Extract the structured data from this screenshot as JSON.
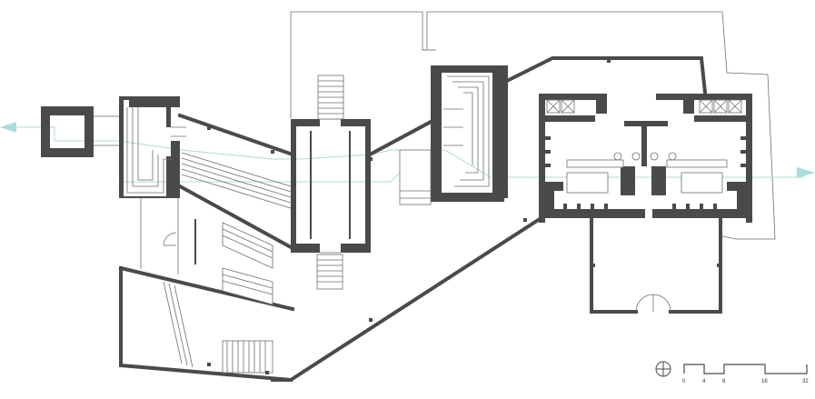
{
  "scale_bar": {
    "ticks": [
      "0",
      "4",
      "8",
      "16",
      "32"
    ]
  },
  "colors": {
    "wall": "#4a4a4a",
    "thin_line": "#6e6e6e",
    "section_line": "#a9dcdb"
  },
  "icons": {
    "north_arrow": "north-arrow-icon",
    "section_marker": "section-marker-triangle"
  }
}
